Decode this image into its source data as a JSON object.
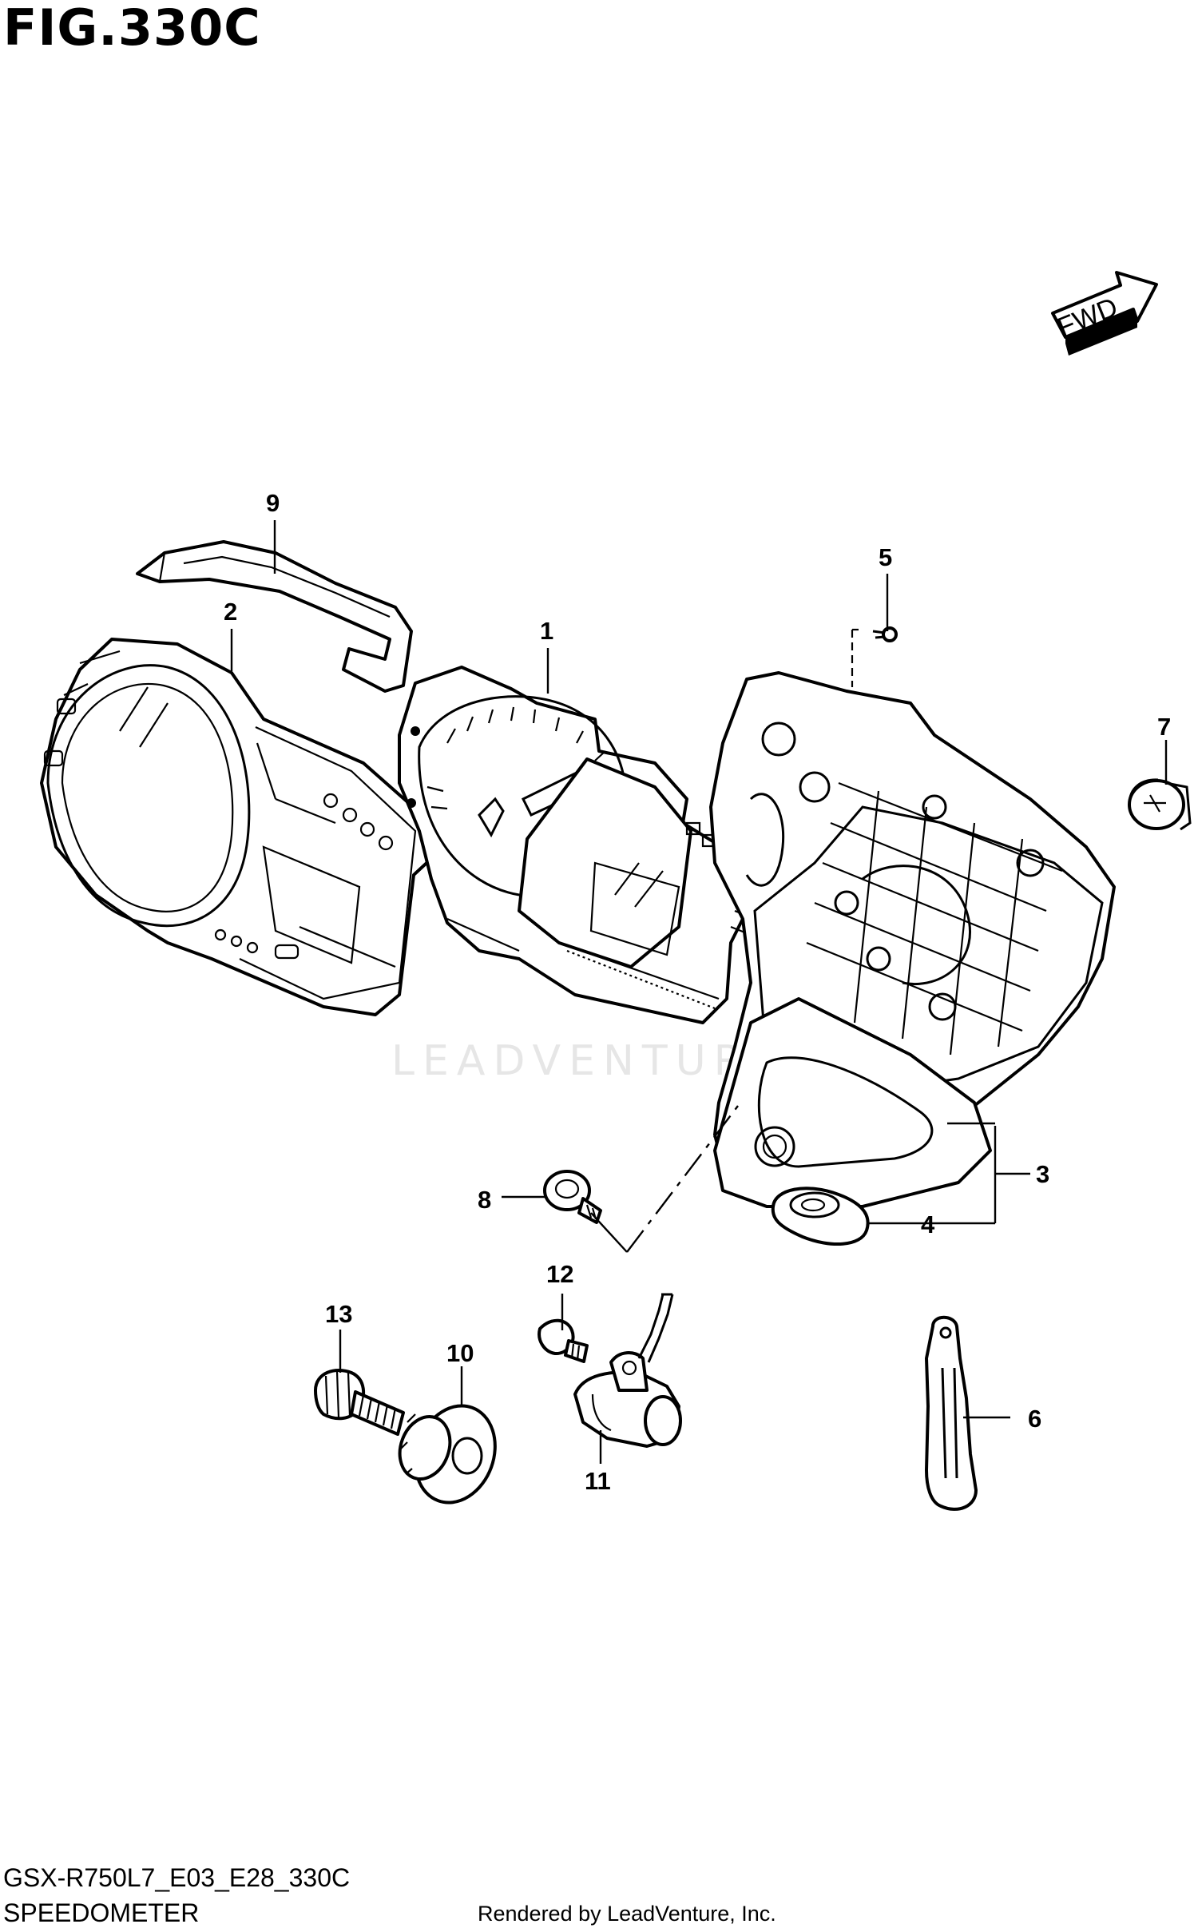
{
  "figure": {
    "title": "FIG.330C"
  },
  "direction_marker": {
    "label": "FWD",
    "icon": "forward-arrow-icon"
  },
  "watermark": {
    "text": "LEADVENTURE"
  },
  "callouts": [
    {
      "number": "1"
    },
    {
      "number": "2"
    },
    {
      "number": "3"
    },
    {
      "number": "4"
    },
    {
      "number": "5"
    },
    {
      "number": "6"
    },
    {
      "number": "7"
    },
    {
      "number": "8"
    },
    {
      "number": "9"
    },
    {
      "number": "10"
    },
    {
      "number": "11"
    },
    {
      "number": "12"
    },
    {
      "number": "13"
    }
  ],
  "footer": {
    "model_code": "GSX-R750L7_E03_E28_330C",
    "section_name": "SPEEDOMETER",
    "credit": "Rendered by LeadVenture, Inc."
  }
}
